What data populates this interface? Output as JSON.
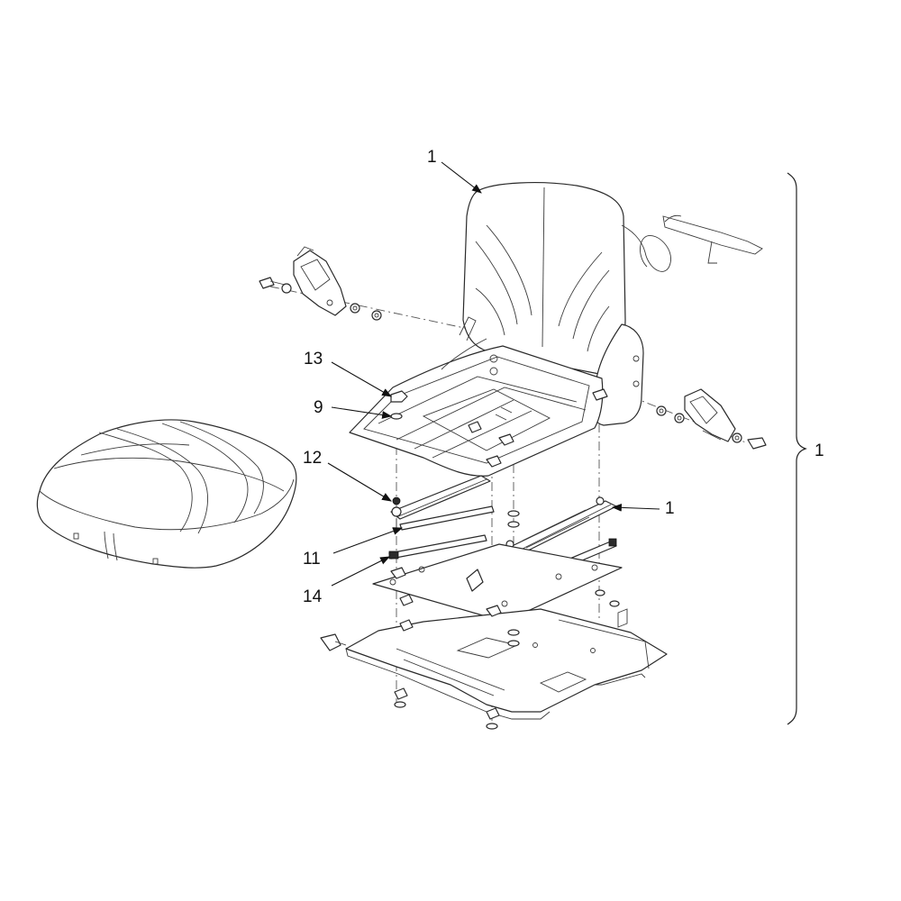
{
  "callouts": [
    {
      "id": "seat-back-1",
      "label": "1"
    },
    {
      "id": "13",
      "label": "13"
    },
    {
      "id": "9",
      "label": "9"
    },
    {
      "id": "12",
      "label": "12"
    },
    {
      "id": "11",
      "label": "11"
    },
    {
      "id": "14",
      "label": "14"
    },
    {
      "id": "rail-1",
      "label": "1"
    },
    {
      "id": "assembly-1",
      "label": "1"
    }
  ],
  "colors": {
    "line": "#2a2a2a",
    "background": "#ffffff"
  }
}
